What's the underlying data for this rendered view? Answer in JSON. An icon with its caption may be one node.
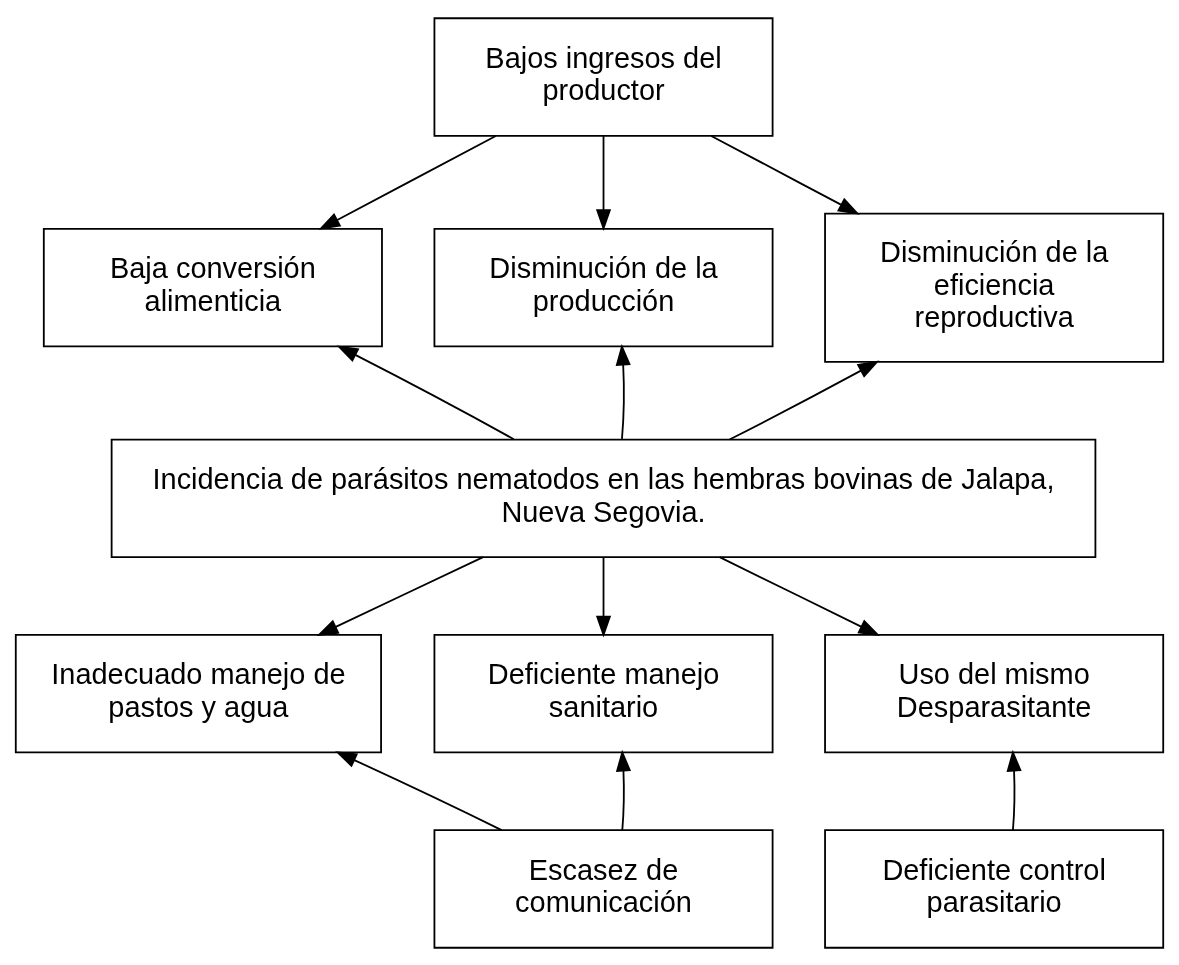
{
  "diagram": {
    "nodes": [
      {
        "text": [
          "Bajos ingresos del productor"
        ]
      },
      {
        "text": [
          "Baja conversión alimenticia"
        ]
      },
      {
        "text": [
          "Disminución de la producción"
        ]
      },
      {
        "text": [
          "Disminución de la eficiencia reproductiva"
        ]
      },
      {
        "text": [
          "Incidencia de parásitos nematodos en las hembras bovinas de Jalapa, Nueva Segovia."
        ]
      },
      {
        "text": [
          "Inadecuado manejo de pastos y agua"
        ]
      },
      {
        "text": [
          "Deficiente manejo sanitario"
        ]
      },
      {
        "text": [
          "Uso del mismo Desparasitante"
        ]
      },
      {
        "text": [
          "Escasez de comunicación"
        ]
      },
      {
        "text": [
          "Deficiente control parasitario"
        ]
      }
    ],
    "edges": [
      {
        "from": 0,
        "to": 1,
        "arrow": "to"
      },
      {
        "from": 0,
        "to": 2,
        "arrow": "to"
      },
      {
        "from": 0,
        "to": 3,
        "arrow": "to"
      },
      {
        "from": 4,
        "to": 1,
        "arrow": "to"
      },
      {
        "from": 4,
        "to": 2,
        "arrow": "to"
      },
      {
        "from": 4,
        "to": 3,
        "arrow": "to"
      },
      {
        "from": 4,
        "to": 5,
        "arrow": "to"
      },
      {
        "from": 4,
        "to": 6,
        "arrow": "to"
      },
      {
        "from": 4,
        "to": 7,
        "arrow": "to"
      },
      {
        "from": 8,
        "to": 5,
        "arrow": "to"
      },
      {
        "from": 8,
        "to": 6,
        "arrow": "to"
      },
      {
        "from": 9,
        "to": 7,
        "arrow": "to"
      }
    ]
  }
}
